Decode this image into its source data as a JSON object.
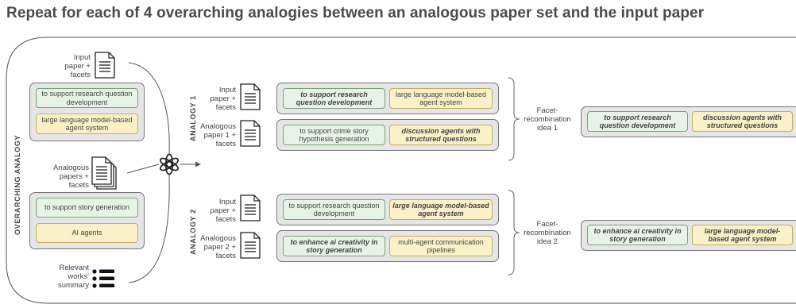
{
  "title": "Repeat for each of 4 overarching analogies between an analogous paper set and the input paper",
  "overarching": {
    "label": "OVERARCHING ANALOGY",
    "input_label": "Input\npaper +\nfacets",
    "input_facets": {
      "purpose": "to support research question development",
      "mechanism": "large language model-based agent system"
    },
    "analogous_label": "Analogous\npapers +\nfacets",
    "analogous_facets": {
      "purpose": "to support story generation",
      "mechanism": "AI agents"
    },
    "relevant_label": "Relevant\nworks'\nsummary"
  },
  "analogies": [
    {
      "label": "ANALOGY 1",
      "input_label": "Input\npaper +\nfacets",
      "analogous_label": "Analogous\npaper 1 +\nfacets",
      "input_facets": {
        "purpose": "to support research question development",
        "mechanism": "large language model-based agent system"
      },
      "analogous_facets": {
        "purpose": "to support crime story hypothesis generation",
        "mechanism": "discussion agents with structured questions"
      },
      "recomb_label": "Facet-\nrecombination\nidea 1",
      "idea": {
        "purpose": "to support research question development",
        "mechanism": "discussion agents with structured questions"
      }
    },
    {
      "label": "ANALOGY 2",
      "input_label": "Input\npaper +\nfacets",
      "analogous_label": "Analogous\npaper 2 +\nfacets",
      "input_facets": {
        "purpose": "to support research question development",
        "mechanism": "large language model-based agent system"
      },
      "analogous_facets": {
        "purpose": "to enhance ai creativity in story generation",
        "mechanism": "multi-agent communication pipelines"
      },
      "recomb_label": "Facet-\nrecombination\nidea 2",
      "idea": {
        "purpose": "to enhance ai creativity in story generation",
        "mechanism": "large language model-based agent system"
      }
    }
  ],
  "colors": {
    "purpose_fill": "#e8f3e8",
    "mechanism_fill": "#fbf1c8",
    "group_fill": "#e6e6e6"
  },
  "icons": [
    "document-icon",
    "document-stack-icon",
    "list-icon",
    "openai-logo-icon"
  ]
}
